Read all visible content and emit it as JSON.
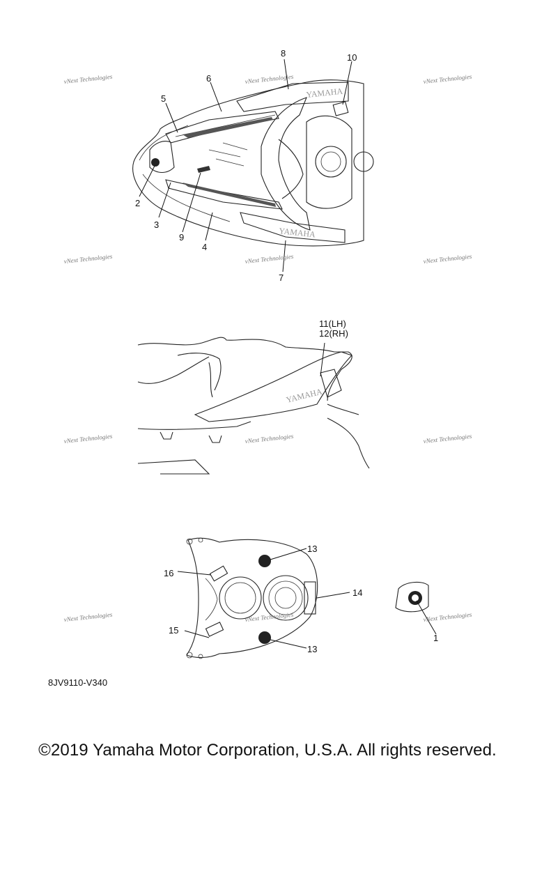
{
  "diagram": {
    "callouts": {
      "c1": "1",
      "c2": "2",
      "c3": "3",
      "c4": "4",
      "c5": "5",
      "c6": "6",
      "c7": "7",
      "c8": "8",
      "c9": "9",
      "c10": "10",
      "c11": "11(LH)",
      "c12": "12(RH)",
      "c13a": "13",
      "c13b": "13",
      "c14": "14",
      "c15": "15",
      "c16": "16"
    },
    "watermark_text": "vNext Technologies",
    "brand_text": "YAMAHA"
  },
  "footer": {
    "part_code": "8JV9110-V340",
    "copyright": "©2019 Yamaha Motor Corporation, U.S.A. All rights reserved."
  }
}
